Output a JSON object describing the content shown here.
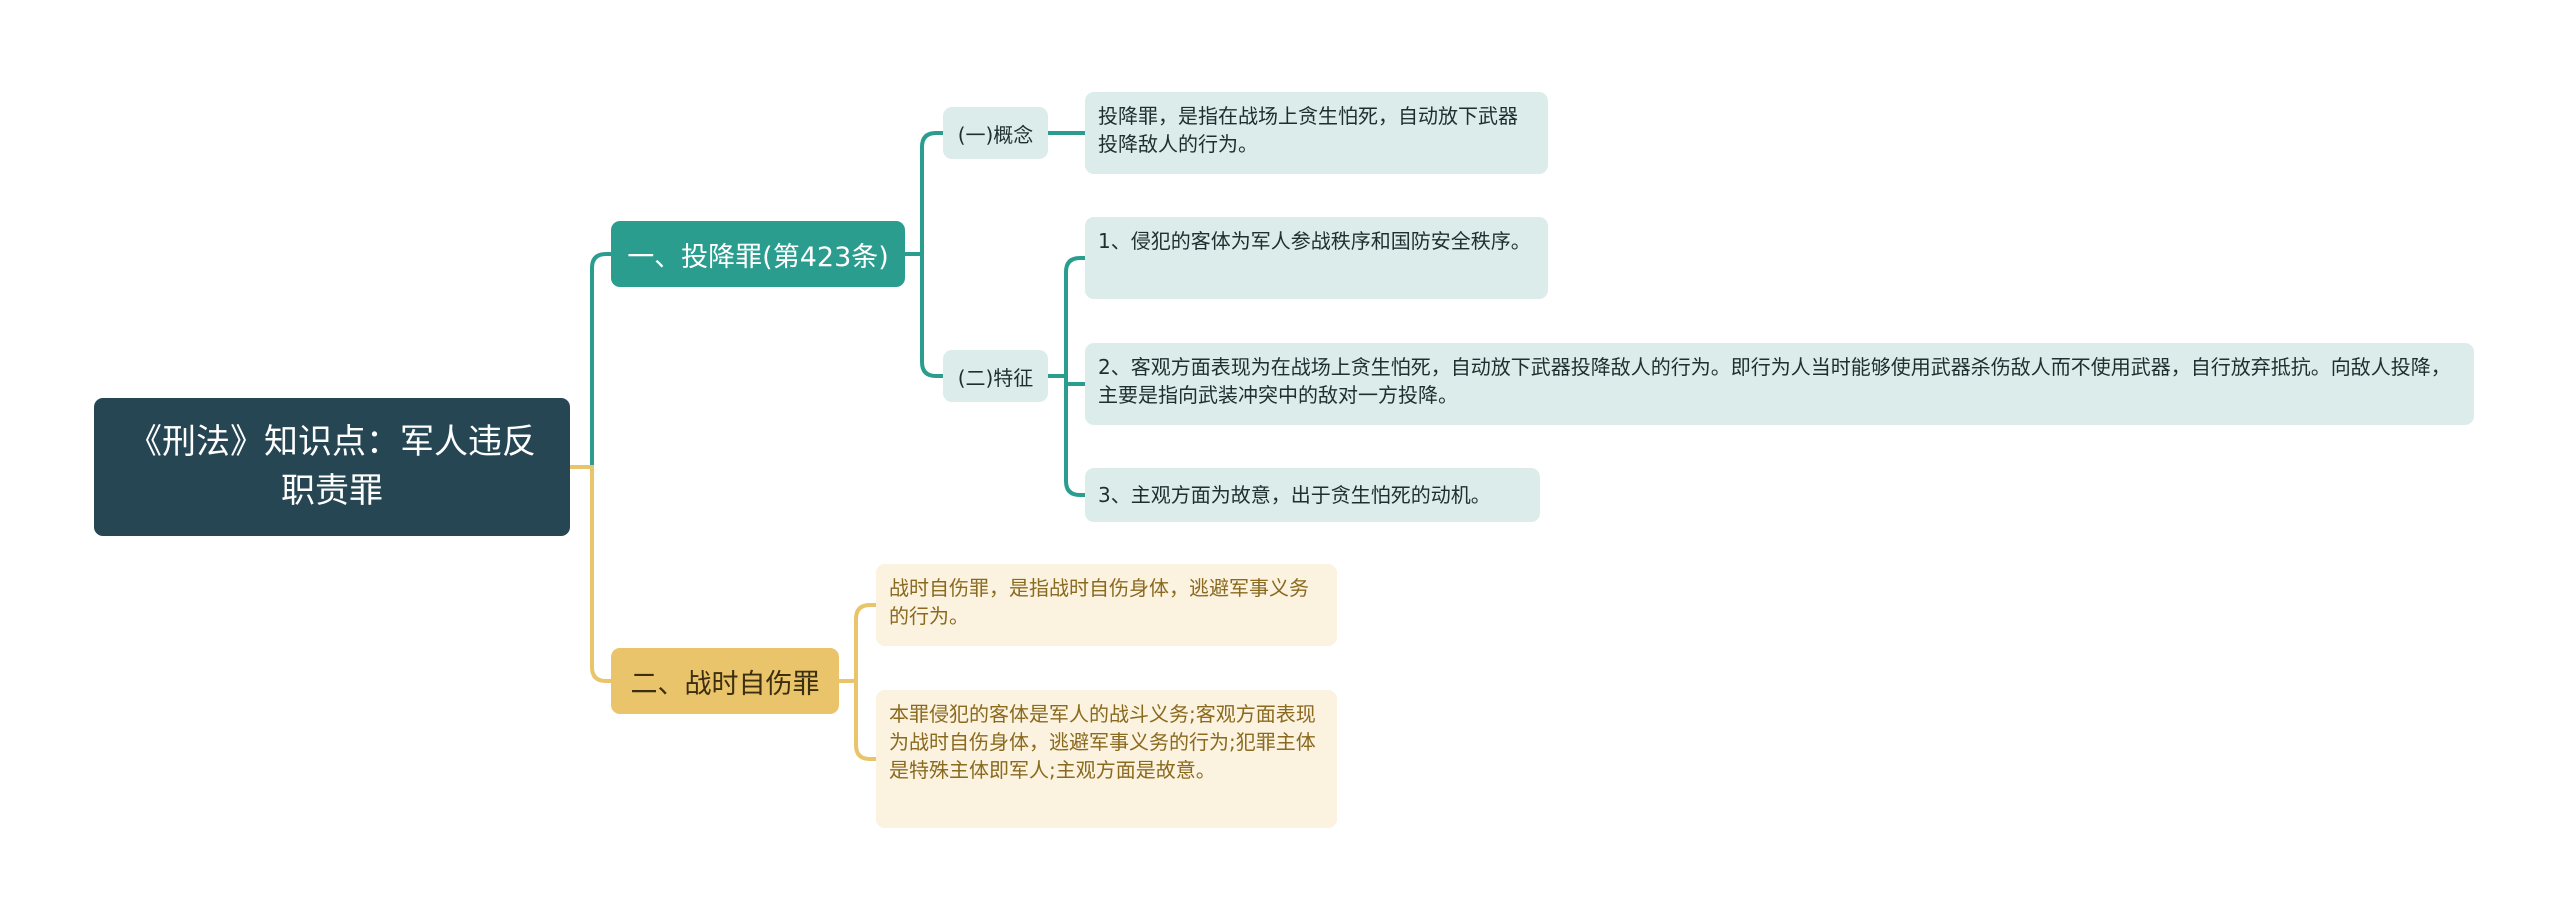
{
  "colors": {
    "root": "#264653",
    "teal": "#2a9d8f",
    "yellow": "#e9c46a",
    "teal_leaf": "#dcecea",
    "yellow_leaf": "#fbf2df"
  },
  "root": {
    "title": "《刑法》知识点：军人违反职责罪"
  },
  "branches": [
    {
      "label": "一、投降罪(第423条)",
      "subs": [
        {
          "label": "(一)概念",
          "leaves": [
            "投降罪，是指在战场上贪生怕死，自动放下武器投降敌人的行为。"
          ]
        },
        {
          "label": "(二)特征",
          "leaves": [
            "1、侵犯的客体为军人参战秩序和国防安全秩序。",
            "2、客观方面表现为在战场上贪生怕死，自动放下武器投降敌人的行为。即行为人当时能够使用武器杀伤敌人而不使用武器，自行放弃抵抗。向敌人投降，主要是指向武装冲突中的敌对一方投降。",
            "3、主观方面为故意，出于贪生怕死的动机。"
          ]
        }
      ]
    },
    {
      "label": "二、战时自伤罪",
      "leaves": [
        "战时自伤罪，是指战时自伤身体，逃避军事义务的行为。",
        "本罪侵犯的客体是军人的战斗义务;客观方面表现为战时自伤身体，逃避军事义务的行为;犯罪主体是特殊主体即军人;主观方面是故意。"
      ]
    }
  ]
}
